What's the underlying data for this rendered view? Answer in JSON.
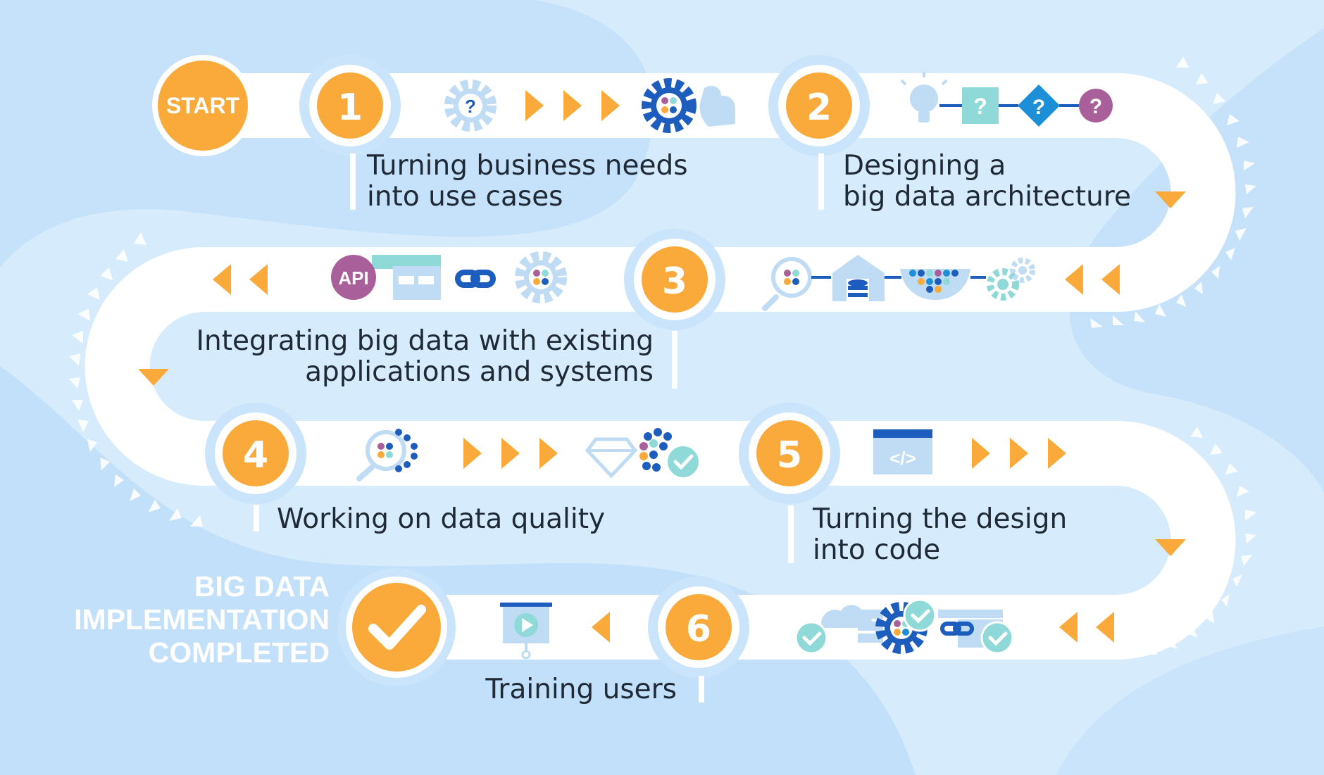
{
  "start_label": "START",
  "completion": {
    "line1": "BIG DATA",
    "line2": "IMPLEMENTATION",
    "line3": "COMPLETED"
  },
  "steps": [
    {
      "number": "1",
      "line1": "Turning business needs",
      "line2": "into use cases"
    },
    {
      "number": "2",
      "line1": "Designing a",
      "line2": "big data architecture"
    },
    {
      "number": "3",
      "line1": "Integrating big data with existing",
      "line2": "applications and systems"
    },
    {
      "number": "4",
      "line1": "Working on data quality",
      "line2": ""
    },
    {
      "number": "5",
      "line1": "Turning the design",
      "line2": "into code"
    },
    {
      "number": "6",
      "line1": "Training users",
      "line2": ""
    }
  ],
  "icon_text": {
    "api": "API",
    "question": "?",
    "code": "</>"
  },
  "icons": [
    "gear-question-icon",
    "gear-hand-icon",
    "lightbulb-icon",
    "diamond-question-icon",
    "api-icon",
    "link-icon",
    "gear-dots-icon",
    "magnifier-dots-icon",
    "warehouse-database-icon",
    "bowl-dots-icon",
    "gears-icon",
    "gem-icon",
    "check-icon",
    "code-window-icon",
    "cloud-server-icon",
    "presentation-video-icon"
  ],
  "colors": {
    "accent_orange": "#f9aa3b",
    "path": "#ffffff",
    "background": "#d6ebfb",
    "icon_blue": "#1c5dbe",
    "icon_light": "#bfdcf4",
    "icon_teal": "#8fdad8",
    "icon_purple": "#a9609a",
    "text": "#1f2a36"
  }
}
